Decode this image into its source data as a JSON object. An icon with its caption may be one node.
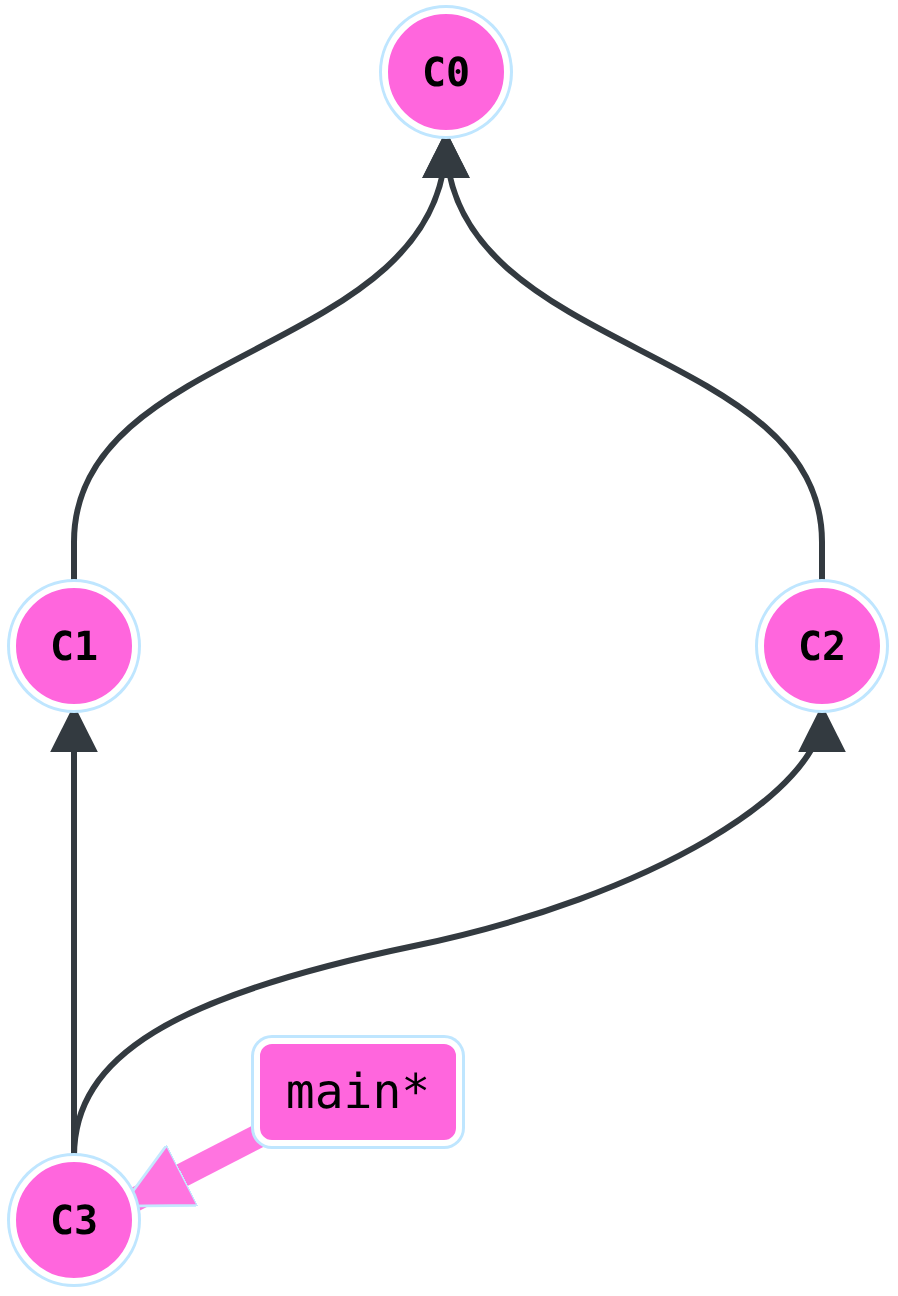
{
  "diagram": {
    "nodes": [
      {
        "text": [
          "C0"
        ]
      },
      {
        "text": [
          "C1"
        ]
      },
      {
        "text": [
          "C2"
        ]
      },
      {
        "text": [
          "C3"
        ]
      },
      {
        "text": [
          "main*"
        ]
      }
    ],
    "edges": [
      {
        "from": 1,
        "to": 0,
        "arrow": "to"
      },
      {
        "from": 2,
        "to": 0,
        "arrow": "to"
      },
      {
        "from": 3,
        "to": 1,
        "arrow": "to"
      },
      {
        "from": 3,
        "to": 2,
        "arrow": "to"
      },
      {
        "from": 4,
        "to": 3,
        "arrow": "to",
        "style": "thick",
        "color": "#ff66dd"
      }
    ]
  }
}
